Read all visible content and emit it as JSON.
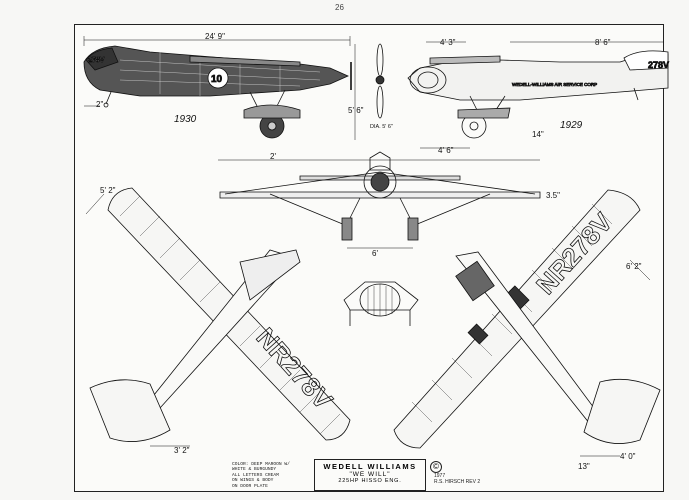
{
  "page_number": "26",
  "dims": {
    "side_left_length": "24' 9\"",
    "side_left_tail": "2\"",
    "side_left_height": "5' 6\"",
    "side_right_top": "4' 3\"",
    "side_right_top2": "8' 6\"",
    "side_right_14": "14\"",
    "side_right_46": "4' 6\"",
    "front_span": "2'",
    "front_35": "3.5\"",
    "front_gear": "6'",
    "plan_left_52": "5' 2\"",
    "plan_left_32": "3' 2\"",
    "plan_right_62": "6' 2\"",
    "plan_right_13": "13\"",
    "plan_right_40": "4' 0\"",
    "prop_note": "DIA. 5' 6\""
  },
  "years": {
    "left": "1930",
    "right": "1929"
  },
  "markings": {
    "tail_reg": "278V",
    "cowl_number": "10",
    "fuselage_name": "WEDELL-WILLIAMS AIR SERVICE CORP",
    "wing_reg": "NR278V"
  },
  "credits": [
    "COLOR: DEEP MAROON W/",
    "WHITE & BURGUNDY",
    "ALL LETTERS CREAM",
    "ON WINGS & BODY",
    "ON DOOR PLATE"
  ],
  "title_block": {
    "name": "WEDELL WILLIAMS",
    "subtitle": "\"WE WILL\"",
    "engine": "225HP HISSO ENG."
  },
  "drafter": {
    "year": "1977",
    "name": "R.S. HIRSCH",
    "rev": "REV 2"
  },
  "colors": {
    "ink": "#111111",
    "paper": "#fbfbf9",
    "dark": "#333333"
  }
}
